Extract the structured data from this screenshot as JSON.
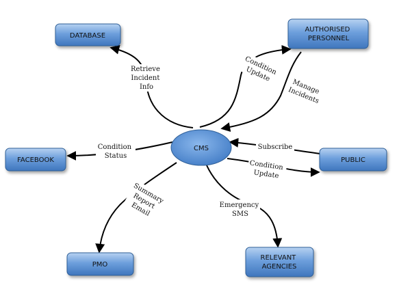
{
  "diagram": {
    "center": {
      "label": "CMS"
    },
    "nodes": {
      "database": "DATABASE",
      "authorised_personnel": [
        "AUTHORISED",
        "PERSONNEL"
      ],
      "facebook": "FACEBOOK",
      "public": "PUBLIC",
      "pmo": "PMO",
      "relevant_agencies": [
        "RELEVANT",
        "AGENCIES"
      ]
    },
    "edges": {
      "retrieve_incident_info": [
        "Retrieve",
        "Incident",
        "Info"
      ],
      "condition_update_personnel": [
        "Condition",
        "Update"
      ],
      "manage_incidents": [
        "Manage",
        "Incidents"
      ],
      "condition_status": [
        "Condition",
        "Status"
      ],
      "subscribe": "Subscribe",
      "condition_update_public": [
        "Condition",
        "Update"
      ],
      "summary_report_email": [
        "Summary",
        "Report",
        "Email"
      ],
      "emergency_sms": [
        "Emergency",
        "SMS"
      ]
    },
    "colors": {
      "box_top": "#a9c8ec",
      "box_bottom": "#4f86c9",
      "box_border": "#2f5f97",
      "ellipse": "#5a93d6"
    }
  }
}
